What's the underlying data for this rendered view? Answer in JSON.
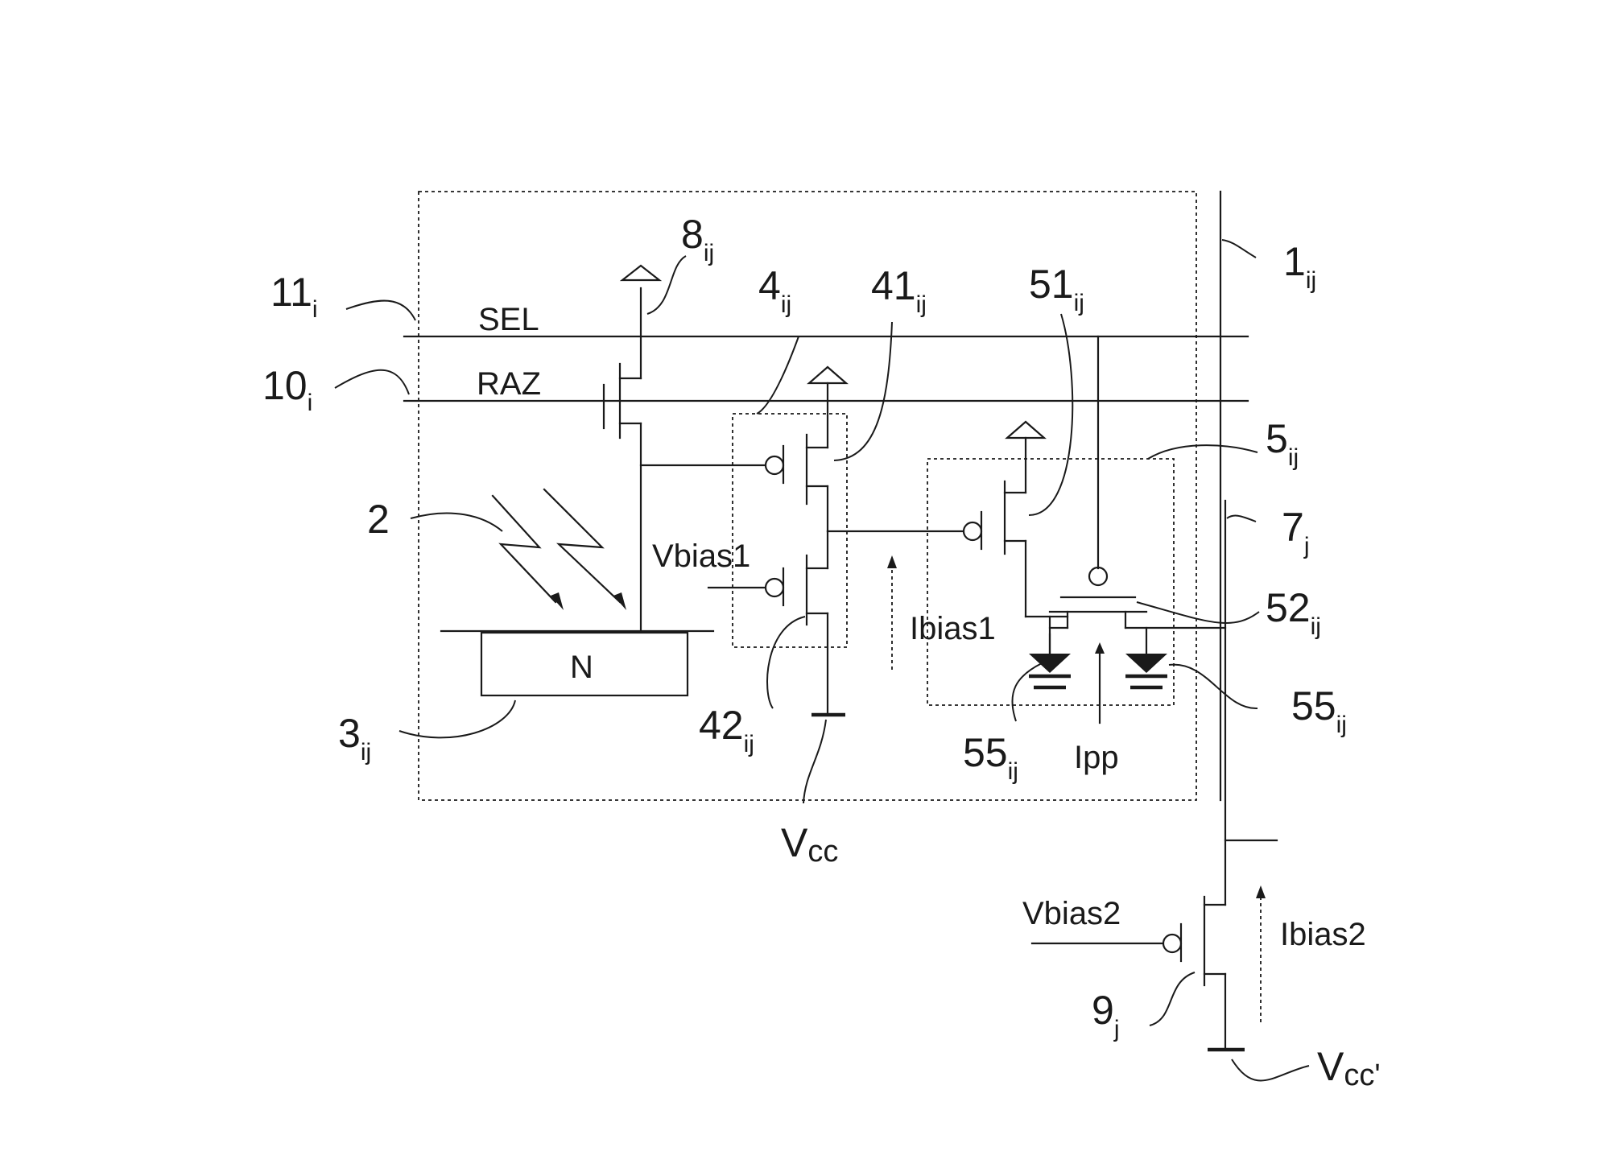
{
  "labels": {
    "row_select_ref": {
      "main": "11",
      "sub": "i"
    },
    "row_reset_ref": {
      "main": "10",
      "sub": "i"
    },
    "light_ref": {
      "main": "2",
      "sub": ""
    },
    "photodiode_ref": {
      "main": "3",
      "sub": "ij"
    },
    "supply_ref": {
      "main": "8",
      "sub": "ij"
    },
    "amp_ref": {
      "main": "4",
      "sub": "ij"
    },
    "amp_transistor1_ref": {
      "main": "41",
      "sub": "ij"
    },
    "amp_transistor2_ref": {
      "main": "42",
      "sub": "ij"
    },
    "comparator_ref": {
      "main": "51",
      "sub": "ij"
    },
    "stage_ref": {
      "main": "5",
      "sub": "ij"
    },
    "switch_ref": {
      "main": "52",
      "sub": "ij"
    },
    "diode_left_ref": {
      "main": "55",
      "sub": "ij"
    },
    "diode_right_ref": {
      "main": "55",
      "sub": "ij"
    },
    "pixel_ref": {
      "main": "1",
      "sub": "ij"
    },
    "column_ref": {
      "main": "7",
      "sub": "j"
    },
    "bias_transistor_ref": {
      "main": "9",
      "sub": "j"
    }
  },
  "signals": {
    "sel": "SEL",
    "raz": "RAZ",
    "n_region": "N",
    "vbias1": "Vbias1",
    "ibias1": "Ibias1",
    "ipp": "Ipp",
    "vbias2": "Vbias2",
    "ibias2": "Ibias2"
  },
  "supplies": {
    "vcc": {
      "main": "V",
      "sub": "cc"
    },
    "vcc_prime": {
      "main": "V",
      "sub": "cc'"
    }
  }
}
